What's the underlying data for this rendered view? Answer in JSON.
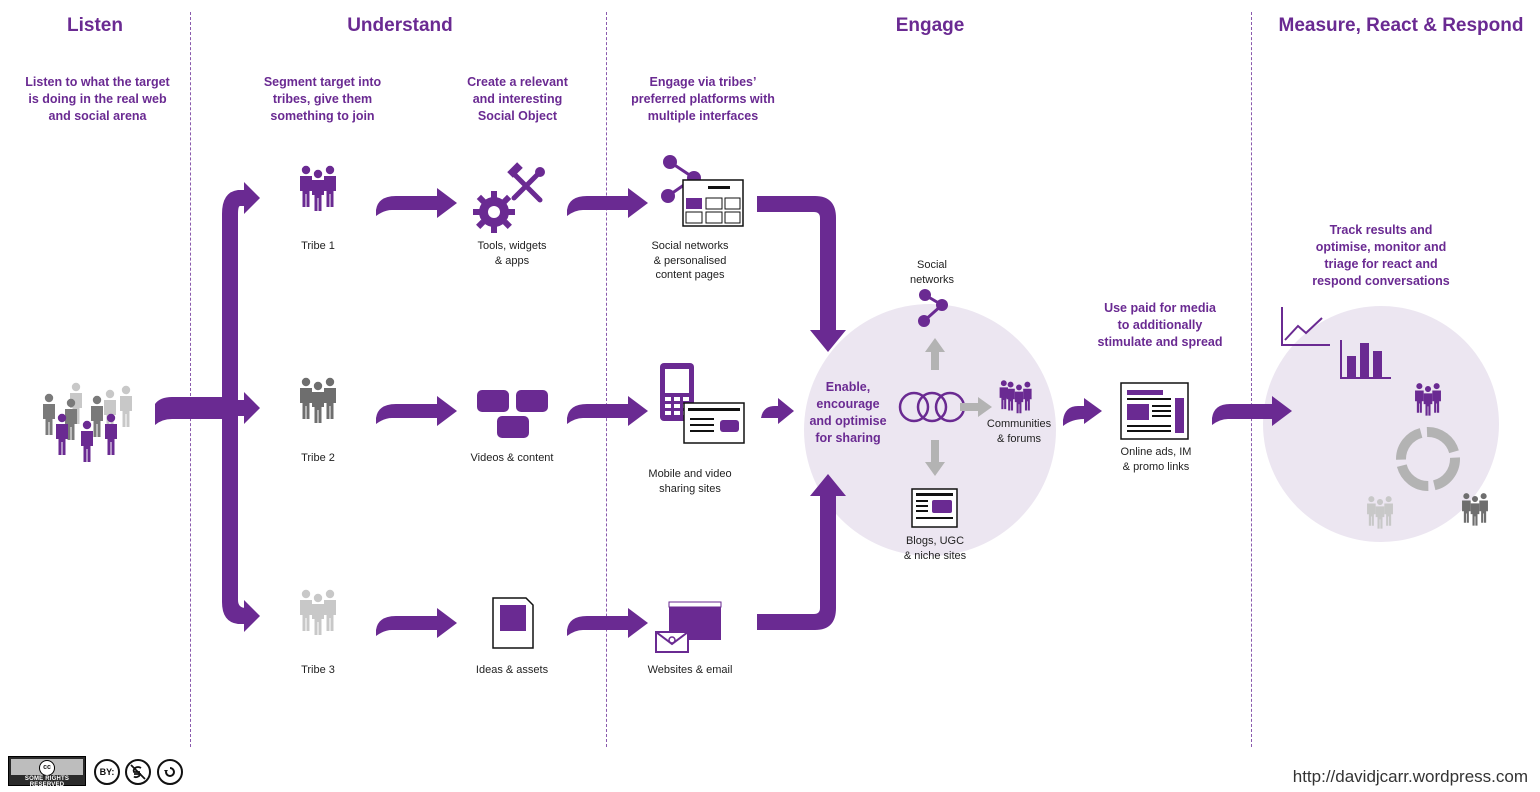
{
  "phases": {
    "listen": "Listen",
    "understand": "Understand",
    "engage": "Engage",
    "measure": "Measure, React & Respond"
  },
  "intros": {
    "listen": [
      "Listen to what the target",
      "is doing in the real web",
      "and social arena"
    ],
    "segment": [
      "Segment target into",
      "tribes, give them",
      "something to join"
    ],
    "create": [
      "Create a relevant",
      "and interesting",
      "Social Object"
    ],
    "engage": [
      "Engage via tribes’",
      "preferred platforms with",
      "multiple interfaces"
    ]
  },
  "tribes": {
    "t1": "Tribe 1",
    "t2": "Tribe 2",
    "t3": "Tribe 3"
  },
  "objects": {
    "tools": [
      "Tools, widgets",
      "& apps"
    ],
    "videos": "Videos & content",
    "ideas": "Ideas & assets"
  },
  "platforms": {
    "social": [
      "Social networks",
      "& personalised",
      "content pages"
    ],
    "mobile": [
      "Mobile and video",
      "sharing sites"
    ],
    "web": "Websites & email"
  },
  "sharing": {
    "center": [
      "Enable,",
      "encourage",
      "and optimise",
      "for sharing"
    ],
    "social_networks": [
      "Social",
      "networks"
    ],
    "communities": [
      "Communities",
      "& forums"
    ],
    "blogs": [
      "Blogs, UGC",
      "& niche sites"
    ]
  },
  "paid": {
    "title": [
      "Use paid for media",
      "to additionally",
      "stimulate and spread"
    ],
    "caption": [
      "Online ads, IM",
      "& promo links"
    ]
  },
  "measure": {
    "text": [
      "Track results and",
      "optimise, monitor and",
      "triage for react and",
      "respond conversations"
    ]
  },
  "footer": {
    "url": "http://davidjcarr.wordpress.com",
    "cc_label": "SOME RIGHTS RESERVED",
    "cc": "cc",
    "by": "BY:"
  },
  "colors": {
    "purple": "#6a2a92",
    "dark_gray": "#6e6e6e",
    "light_gray": "#bdbdbd",
    "circle_fill": "#ece6f1"
  }
}
